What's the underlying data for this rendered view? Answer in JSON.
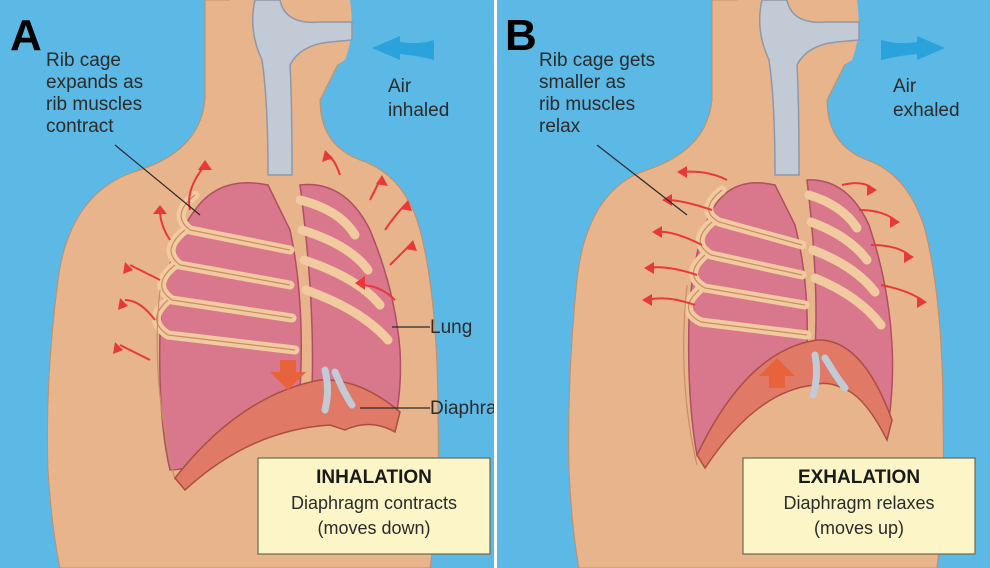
{
  "panels": [
    {
      "letter": "A",
      "callout_lines": [
        "Rib cage",
        "expands as",
        "rib muscles",
        "contract"
      ],
      "air_lines": [
        "Air",
        "inhaled"
      ],
      "lung_label": "Lung",
      "diaphragm_label": "Diaphragm",
      "box_title": "INHALATION",
      "box_lines": [
        "Diaphragm contracts",
        "(moves down)"
      ]
    },
    {
      "letter": "B",
      "callout_lines": [
        "Rib cage gets",
        "smaller as",
        "rib muscles",
        "relax"
      ],
      "air_lines": [
        "Air",
        "exhaled"
      ],
      "box_title": "EXHALATION",
      "box_lines": [
        "Diaphragm relaxes",
        "(moves up)"
      ]
    }
  ],
  "colors": {
    "background": "#5cb8e4",
    "skin": "#e8b48c",
    "lung": "#d9788c",
    "rib": "#f2caa0",
    "trachea": "#c2cad6",
    "arrow_red": "#e8383c",
    "air_arrow": "#2aa2dc",
    "box_fill": "#fbf5c8"
  }
}
